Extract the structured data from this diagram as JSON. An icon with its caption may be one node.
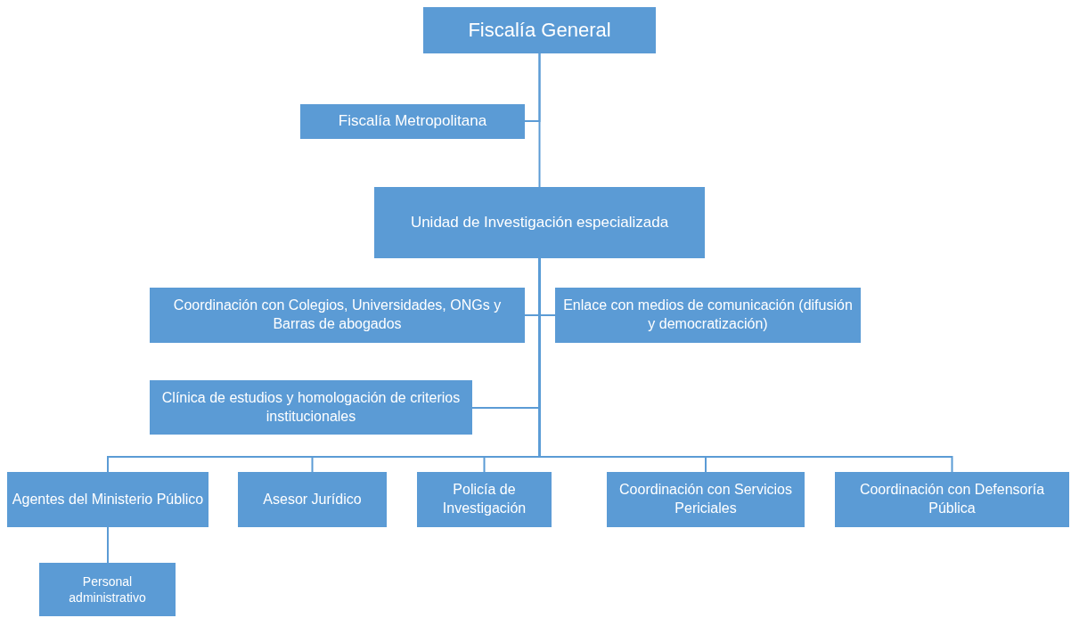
{
  "diagram": {
    "nodes": [
      {
        "text": [
          "Fiscalía General"
        ]
      },
      {
        "text": [
          "Fiscalía Metropolitana"
        ]
      },
      {
        "text": [
          "Unidad de Investigación especializada"
        ]
      },
      {
        "text": [
          "Coordinación con Colegios, Universidades, ONGs y Barras de abogados"
        ]
      },
      {
        "text": [
          "Enlace con medios de comunicación (difusión y democratización)"
        ]
      },
      {
        "text": [
          "Clínica de estudios y homologación de criterios institucionales"
        ]
      },
      {
        "text": [
          "Agentes del Ministerio Público"
        ]
      },
      {
        "text": [
          "Asesor Jurídico"
        ]
      },
      {
        "text": [
          "Policía de Investigación"
        ]
      },
      {
        "text": [
          "Coordinación con Servicios Periciales"
        ]
      },
      {
        "text": [
          "Coordinación con Defensoría Pública"
        ]
      },
      {
        "text": [
          "Personal administrativo"
        ]
      }
    ],
    "edges": [
      {
        "from": 0,
        "to": 1,
        "arrow": "none"
      },
      {
        "from": 0,
        "to": 2,
        "arrow": "none"
      },
      {
        "from": 2,
        "to": 3,
        "arrow": "none"
      },
      {
        "from": 2,
        "to": 4,
        "arrow": "none"
      },
      {
        "from": 2,
        "to": 5,
        "arrow": "none"
      },
      {
        "from": 2,
        "to": 6,
        "arrow": "none"
      },
      {
        "from": 2,
        "to": 7,
        "arrow": "none"
      },
      {
        "from": 2,
        "to": 8,
        "arrow": "none"
      },
      {
        "from": 2,
        "to": 9,
        "arrow": "none"
      },
      {
        "from": 2,
        "to": 10,
        "arrow": "none"
      },
      {
        "from": 6,
        "to": 11,
        "arrow": "none"
      }
    ]
  }
}
